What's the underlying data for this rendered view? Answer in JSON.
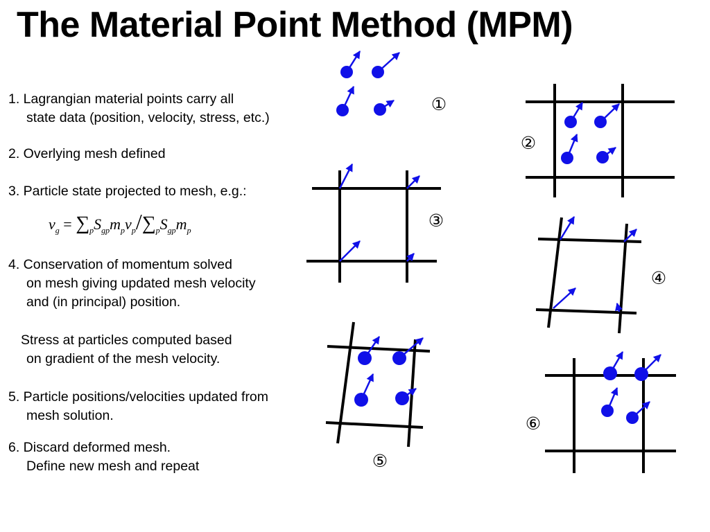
{
  "title": "The Material Point Method (MPM)",
  "steps": [
    {
      "line1": "1. Lagrangian material points carry all",
      "line2": "state data (position, velocity, stress, etc.)"
    },
    {
      "line1": "2. Overlying mesh defined"
    },
    {
      "line1": "3. Particle state projected to mesh, e.g.:"
    },
    {
      "line1": "4. Conservation of momentum solved",
      "line2": "on mesh giving updated mesh velocity",
      "line3": "and (in principal) position."
    },
    {
      "line1": "Stress at particles computed based",
      "line2": "on gradient of the mesh velocity."
    },
    {
      "line1": "5. Particle positions/velocities updated from",
      "line2": "mesh solution."
    },
    {
      "line1": "6. Discard deformed mesh.",
      "line2": "Define new mesh and repeat"
    }
  ],
  "formula": {
    "v": "v",
    "v_sub": "g",
    "eq": " = ",
    "sum": "∑",
    "p": "p",
    "S": "S",
    "gp": "gp",
    "m": "m",
    "v2": "v",
    "slash": "/"
  },
  "panel_labels": [
    "①",
    "②",
    "③",
    "④",
    "⑤",
    "⑥"
  ],
  "colors": {
    "particle": "#1010e8",
    "arrow": "#1010e8",
    "mesh": "#000000"
  }
}
